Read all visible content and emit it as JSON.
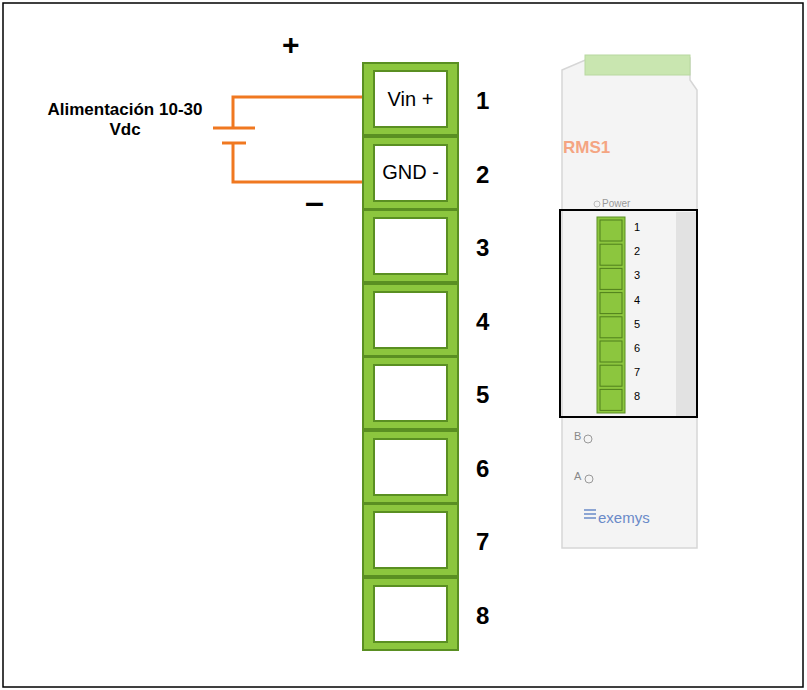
{
  "diagram": {
    "nodes": [
      {
        "text": [
          "Vin +",
          "1"
        ]
      },
      {
        "text": [
          "GND -",
          "2"
        ]
      },
      {
        "text": [
          "3"
        ]
      },
      {
        "text": [
          "4"
        ]
      },
      {
        "text": [
          "5"
        ]
      },
      {
        "text": [
          "6"
        ]
      },
      {
        "text": [
          "7"
        ]
      },
      {
        "text": [
          "8"
        ]
      },
      {
        "text": [
          "RMS1",
          "Power",
          "B",
          "A",
          "exemys"
        ]
      }
    ],
    "labels": [
      "Alimentación 10-30 Vdc",
      "+",
      "–",
      "1",
      "2",
      "3",
      "4",
      "5",
      "6",
      "7",
      "8"
    ]
  }
}
